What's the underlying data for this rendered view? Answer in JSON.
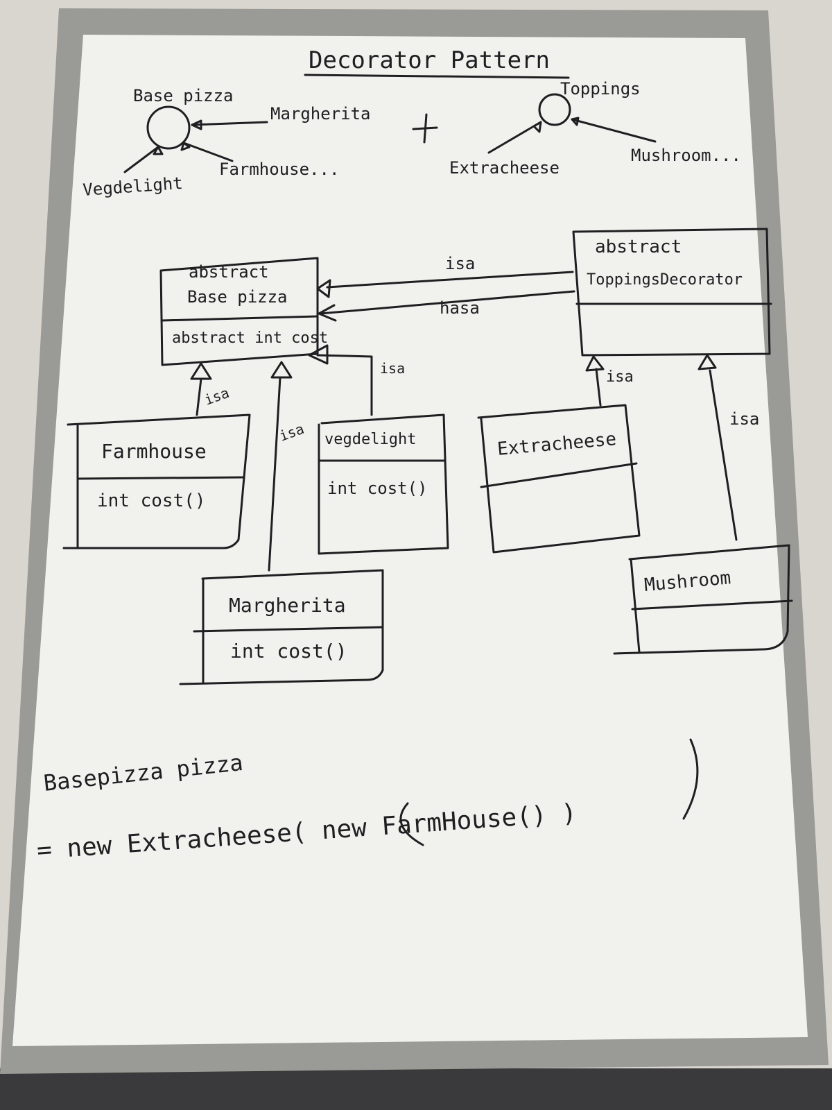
{
  "colors": {
    "ink": "#1f1f22",
    "board": "#f1f1ee",
    "frame": "#9a9a96",
    "floor": "#3a3a3c"
  },
  "title": "Decorator Pattern",
  "overview": {
    "base_label": "Base pizza",
    "base_children": [
      "Margherita",
      "Vegdelight",
      "Farmhouse..."
    ],
    "plus": "+",
    "toppings_label": "Toppings",
    "toppings_children": [
      "Extracheese",
      "Mushroom..."
    ]
  },
  "classes": {
    "base_pizza": {
      "stereotype": "abstract",
      "name": "Base pizza",
      "method": "abstract int cost"
    },
    "toppings_decorator": {
      "stereotype": "abstract",
      "name": "ToppingsDecorator",
      "method": ""
    },
    "farmhouse": {
      "name": "Farmhouse",
      "method": "int cost()"
    },
    "vegdelight": {
      "name": "vegdelight",
      "method": "int cost()"
    },
    "margherita": {
      "name": "Margherita",
      "method": "int cost()"
    },
    "extracheese": {
      "name": "Extracheese",
      "method": ""
    },
    "mushroom": {
      "name": "Mushroom",
      "method": ""
    }
  },
  "relations": {
    "isa": "isa",
    "hasa": "hasa"
  },
  "code": {
    "line1": "Basepizza pizza",
    "line2": "= new Extracheese( new FarmHouse() )"
  }
}
